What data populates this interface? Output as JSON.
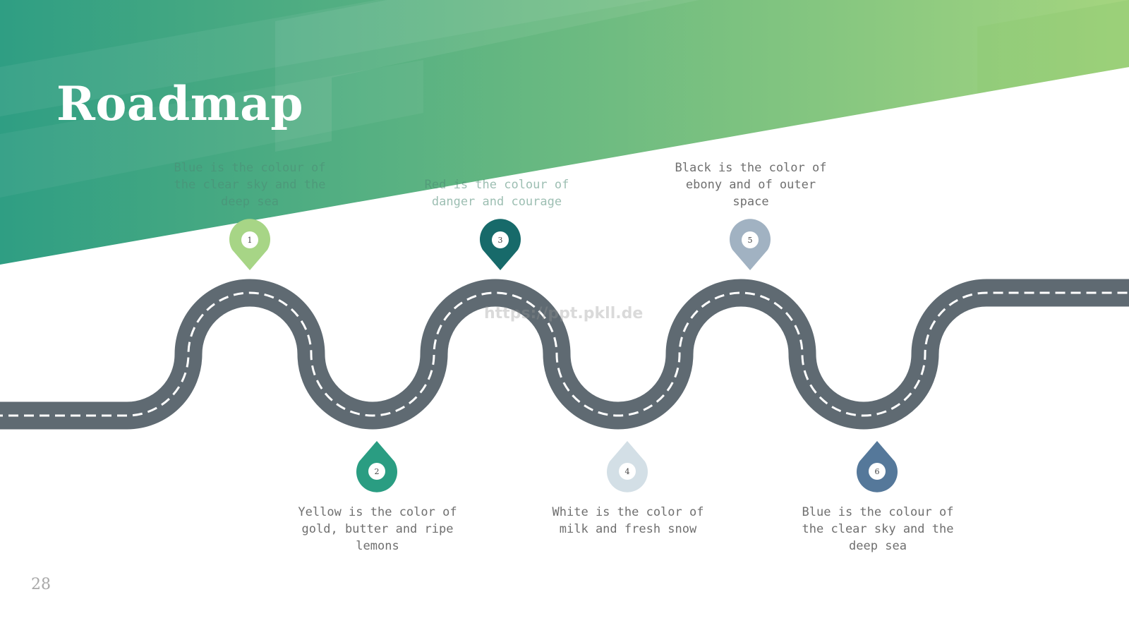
{
  "slide": {
    "title": "Roadmap",
    "page_number": "28",
    "watermark": "https://ppt.pkll.de"
  },
  "colors": {
    "band_start": "#2f9e83",
    "band_end": "#a5d57f",
    "road": "#5f6a72",
    "road_dash": "#ffffff"
  },
  "milestones": [
    {
      "number": "1",
      "text": "Blue is the colour of the clear sky and the deep sea",
      "color": "#a7d586"
    },
    {
      "number": "2",
      "text": "Yellow is the color of gold, butter and ripe lemons",
      "color": "#2a9d82"
    },
    {
      "number": "3",
      "text": "Red is the colour of danger and courage",
      "color": "#176a6a"
    },
    {
      "number": "4",
      "text": "White is the color of milk and fresh snow",
      "color": "#d3dfe6"
    },
    {
      "number": "5",
      "text": "Black is the color of ebony and of outer space",
      "color": "#a1b2c2"
    },
    {
      "number": "6",
      "text": "Blue is the colour of the clear sky and the deep sea",
      "color": "#55789a"
    }
  ]
}
